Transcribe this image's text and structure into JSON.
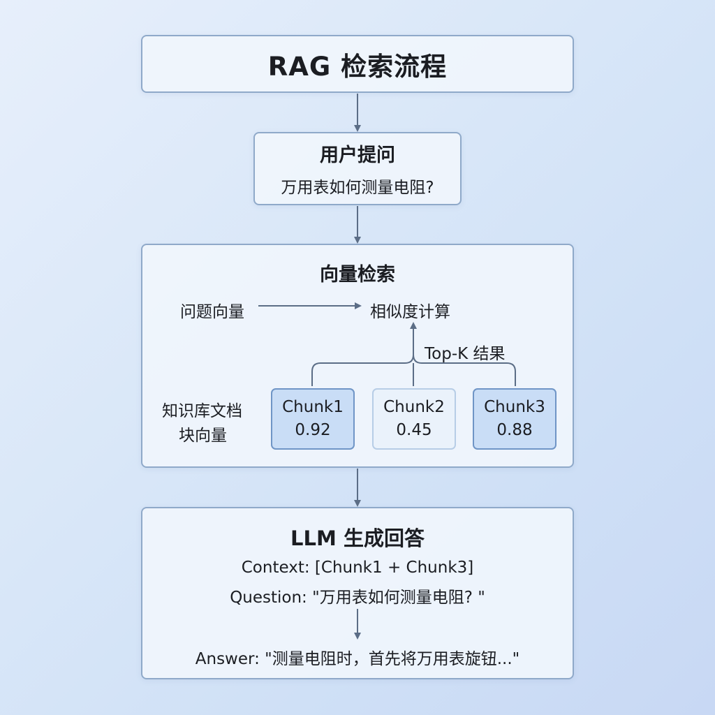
{
  "title": "RAG 检索流程",
  "user_question": {
    "title": "用户提问",
    "text": "万用表如何测量电阻?"
  },
  "vector_search": {
    "title": "向量检索",
    "query_vector_label": "问题向量",
    "similarity_label": "相似度计算",
    "topk_label": "Top-K 结果",
    "kb_label_line1": "知识库文档",
    "kb_label_line2": "块向量",
    "chunks": [
      {
        "name": "Chunk1",
        "score": "0.92",
        "selected": true
      },
      {
        "name": "Chunk2",
        "score": "0.45",
        "selected": false
      },
      {
        "name": "Chunk3",
        "score": "0.88",
        "selected": true
      }
    ]
  },
  "llm": {
    "title": "LLM 生成回答",
    "context": "Context: [Chunk1 + Chunk3]",
    "question": "Question: \"万用表如何测量电阻? \"",
    "answer": "Answer: \"测量电阻时，首先将万用表旋钮...\""
  },
  "colors": {
    "arrow": "#5b6d86",
    "border": "#8fa9c9",
    "chunk_selected_fill": "#c9ddf6",
    "chunk_dim_fill": "#eaf2fb"
  }
}
